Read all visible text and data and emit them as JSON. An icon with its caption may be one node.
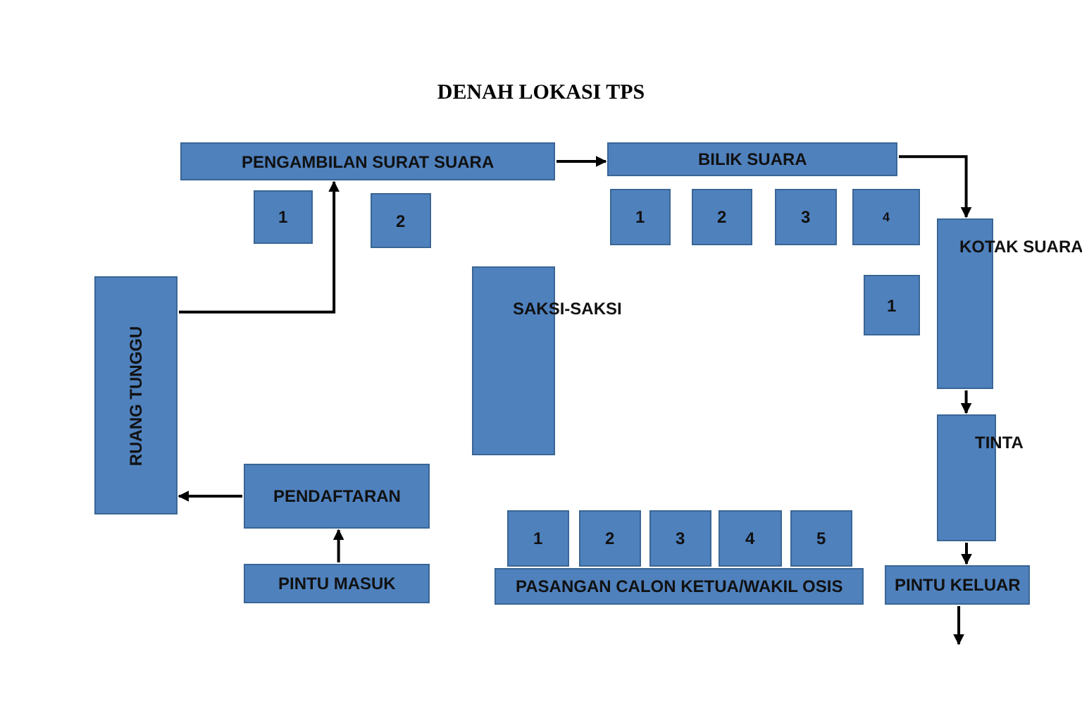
{
  "diagram": {
    "title": "DENAH LOKASI TPS",
    "nodes": [
      {
        "text": [
          "PENGAMBILAN SURAT SUARA"
        ]
      },
      {
        "text": [
          "BILIK SUARA"
        ]
      },
      {
        "text": [
          "1"
        ]
      },
      {
        "text": [
          "2"
        ]
      },
      {
        "text": [
          "1"
        ]
      },
      {
        "text": [
          "2"
        ]
      },
      {
        "text": [
          "3"
        ]
      },
      {
        "text": [
          "4"
        ]
      },
      {
        "text": [
          "KOTAK SUARA"
        ]
      },
      {
        "text": [
          "RUANG TUNGGU"
        ]
      },
      {
        "text": [
          "SAKSI-SAKSI"
        ]
      },
      {
        "text": [
          "1"
        ]
      },
      {
        "text": [
          "TINTA"
        ]
      },
      {
        "text": [
          "PENDAFTARAN"
        ]
      },
      {
        "text": [
          "1"
        ]
      },
      {
        "text": [
          "2"
        ]
      },
      {
        "text": [
          "3"
        ]
      },
      {
        "text": [
          "4"
        ]
      },
      {
        "text": [
          "5"
        ]
      },
      {
        "text": [
          "PINTU MASUK"
        ]
      },
      {
        "text": [
          "PASANGAN CALON KETUA/WAKIL OSIS"
        ]
      },
      {
        "text": [
          "PINTU KELUAR"
        ]
      }
    ],
    "edges": [
      {
        "from": 19,
        "to": 13,
        "arrow": "to"
      },
      {
        "from": 13,
        "to": 9,
        "arrow": "to"
      },
      {
        "from": 9,
        "to": 0,
        "arrow": "to"
      },
      {
        "from": 0,
        "to": 1,
        "arrow": "to"
      },
      {
        "from": 1,
        "to": 8,
        "arrow": "to"
      },
      {
        "from": 8,
        "to": 12,
        "arrow": "to"
      },
      {
        "from": 12,
        "to": 21,
        "arrow": "to"
      },
      {
        "from": 21,
        "to": null,
        "arrow": "to"
      }
    ]
  }
}
